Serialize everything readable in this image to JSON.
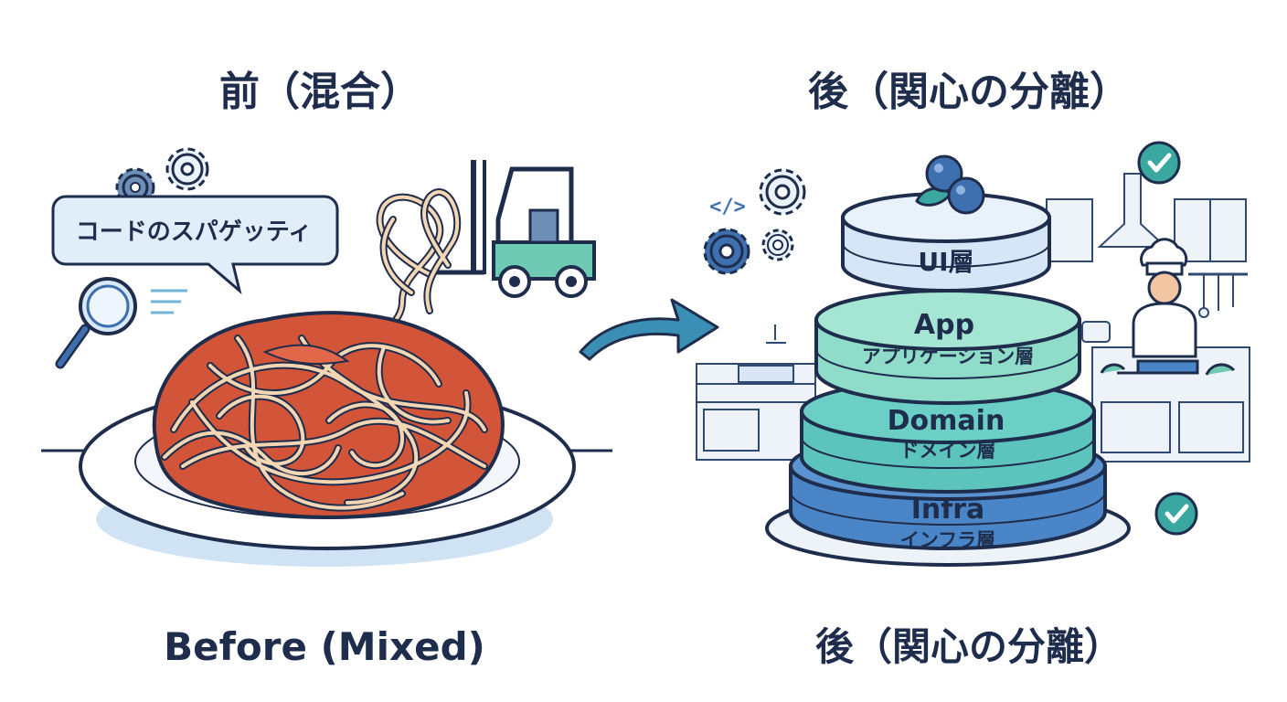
{
  "titles": {
    "before_top": "前（混合）",
    "after_top": "後（関心の分離）",
    "before_bottom": "Before (Mixed)",
    "after_bottom": "後（関心の分離）"
  },
  "before": {
    "speech_bubble": "コードのスパゲッティ"
  },
  "after": {
    "layers": [
      {
        "en": "UI層",
        "jp": ""
      },
      {
        "en": "App",
        "jp": "アプリケーション層"
      },
      {
        "en": "Domain",
        "jp": "ドメイン層"
      },
      {
        "en": "Infra",
        "jp": "インフラ層"
      }
    ]
  },
  "colors": {
    "outline": "#1f2d4d",
    "sauce": "#d2553a",
    "noodle": "#f3d7b4",
    "plate_shadow": "#cfe3f5",
    "layer_ui": "#d6e6f6",
    "layer_app": "#8fdcc8",
    "layer_domain": "#5cc4bd",
    "layer_infra": "#4a86c7",
    "accent_teal": "#3aa7a0",
    "arrow": "#3b8fb4"
  }
}
